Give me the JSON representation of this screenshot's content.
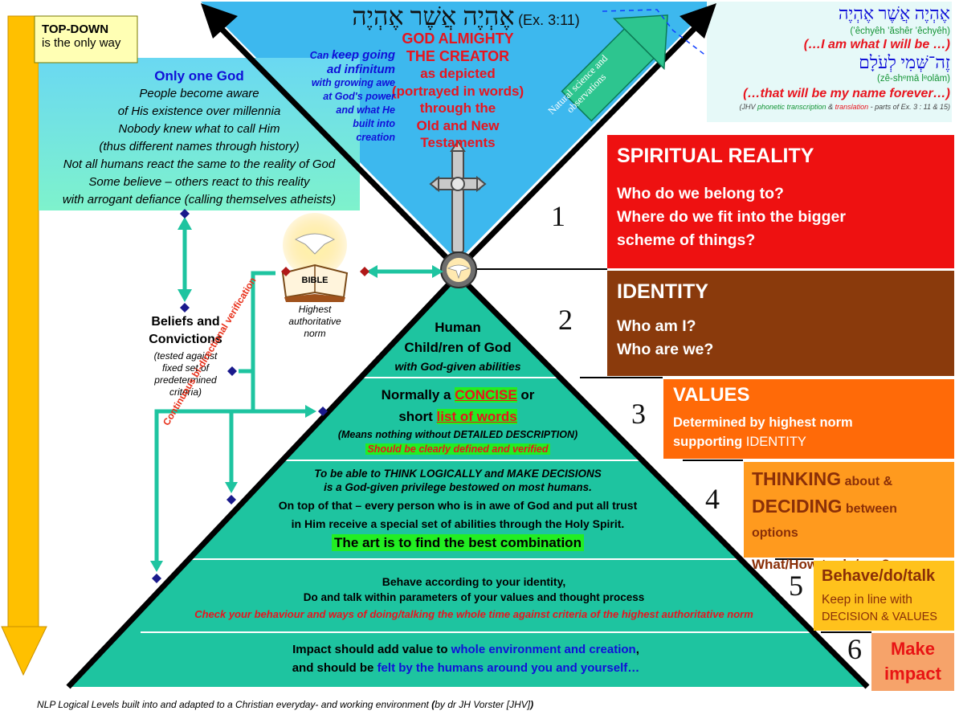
{
  "topdown": {
    "title": "TOP-DOWN",
    "subtitle": "is the only way"
  },
  "only_one_god": {
    "title": "Only one God",
    "lines": [
      "People become aware",
      "of His existence over millennia",
      "Nobody knew what to call Him",
      "(thus different names through history)",
      "Not all humans react the same to the reality of God",
      "Some believe – others react to this reality",
      "with arrogant defiance (calling themselves atheists)"
    ]
  },
  "top": {
    "hebrew": "אֶהְיֶה אֲשֶׁר אֶהְיֶה",
    "ref": "(Ex. 3:11)",
    "god_lines": [
      "GOD ALMIGHTY",
      "THE CREATOR",
      "as depicted",
      "(portrayed in words)",
      "through the",
      "Old and New",
      "Testaments"
    ],
    "keep_going": {
      "l1": "Can ",
      "l1b": "keep going",
      "l2": "ad infinitum",
      "rest": [
        "with growing awe",
        "at God's power",
        "and what He",
        "built into",
        "creation"
      ]
    },
    "arrow_label": "Natural science and observations"
  },
  "right_top": {
    "hebrew1": "אֶהְיֶה אֲשֶׁר אֶהְיֶה",
    "trans1": "(’êchyêh ’ăshêr ’êchyêh)",
    "meaning1": "(…I am what I will be …)",
    "hebrew2": "זֶה־שְּׁמִי לְעֹלָם",
    "trans2": "(zê-shᵉmā lᵉolām)",
    "meaning2": "(…that will be my name forever…)",
    "note_a": "(JHV ",
    "note_b": "phonetic transcription",
    "note_c": " & ",
    "note_d": "translation",
    "note_e": " - parts of Ex. 3 : 11 & 15)"
  },
  "bible": {
    "label": "BIBLE",
    "caption": [
      "Highest",
      "authoritative",
      "norm"
    ]
  },
  "beliefs": {
    "title": [
      "Beliefs and",
      "Convictions"
    ],
    "caption": [
      "(tested against",
      "fixed set of",
      "predetermined",
      "criteria)"
    ]
  },
  "verification": "Continuous bi-directional verification",
  "levels": {
    "l2": {
      "a": "Human",
      "b": "Child/ren of God",
      "c": "with God-given abilities"
    },
    "l3": {
      "a": "Normally a ",
      "concise": "CONCISE",
      "a2": " or",
      "b": "short ",
      "list": "list of words",
      "c": "(Means nothing without DETAILED DESCRIPTION)",
      "d": "Should be clearly defined and verified"
    },
    "l4": {
      "a": "To be able to THINK LOGICALLY and MAKE DECISIONS",
      "b": "is a God-given privilege bestowed on most humans.",
      "c": "On top of that – every person who is in awe of God and put all trust",
      "d": "in Him receive a special set of abilities through the Holy Spirit.",
      "e": "The art is to find the best combination"
    },
    "l5": {
      "a": "Behave according to your identity,",
      "b": "Do and talk within parameters of your values and thought process",
      "c": "Check your behaviour and ways of doing/talking the whole time against criteria of the highest  authoritative norm"
    },
    "l6": {
      "a": "Impact should add value to ",
      "a_blue": "whole environment and creation",
      "a2": ",",
      "b": "and should be ",
      "b_blue": "felt by the humans around you and yourself…"
    }
  },
  "numbers": [
    "1",
    "2",
    "3",
    "4",
    "5",
    "6"
  ],
  "panels": {
    "spiritual": {
      "title": "SPIRITUAL REALITY",
      "q1": "Who do we belong to?",
      "q2": "Where do we fit into the bigger",
      "q3": "scheme of things?"
    },
    "identity": {
      "title": "IDENTITY",
      "q1": "Who am I?",
      "q2": "Who are we?"
    },
    "values": {
      "title": "VALUES",
      "l1": "Determined by highest norm",
      "l2": "supporting ",
      "l2b": "IDENTITY"
    },
    "thinking": {
      "t1": "THINKING",
      "t1b": " about &",
      "t2": "DECIDING",
      "t2b": " between options",
      "q": "What/How to do/say?"
    },
    "behave": {
      "title": "Behave/do/talk",
      "l1": "Keep in line with",
      "l2": "DECISION & VALUES"
    },
    "impact": {
      "l1": "Make",
      "l2": "impact"
    }
  },
  "footer": {
    "a": "NLP Logical Levels built into and  adapted to a Christian everyday- and working environment ",
    "b": "(",
    "c": "by dr JH Vorster [JHV]",
    "d": ")"
  },
  "colors": {
    "teal": "#1ec4a0",
    "sky": "#3db8ee",
    "red": "#ee1111",
    "brown": "#8a3a0c",
    "orange": "#ff6a08",
    "amber": "#ff9a1e",
    "gold": "#ffc21c",
    "impact": "#f6a36a",
    "arrow": "#ffc000"
  }
}
